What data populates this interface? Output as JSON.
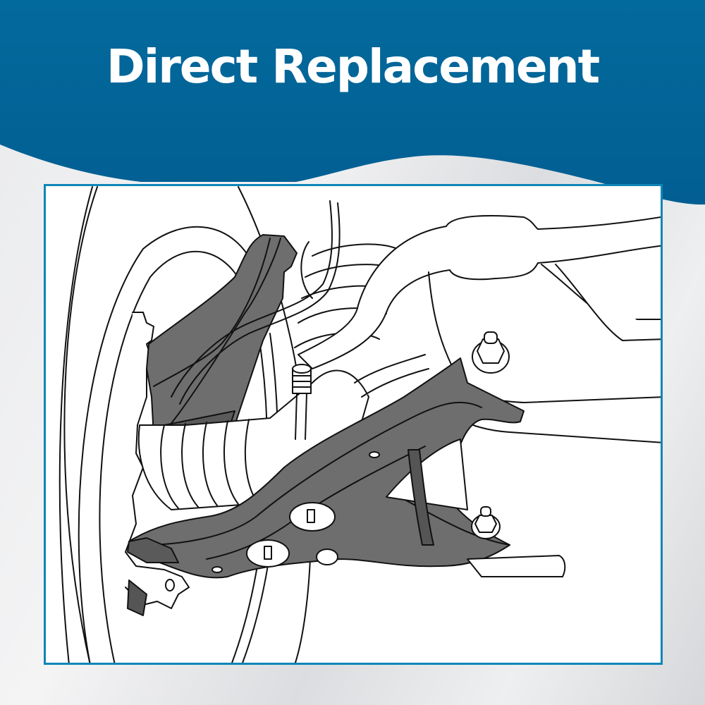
{
  "header": {
    "title": "Direct Replacement",
    "banner_color": "#036699",
    "text_color": "#ffffff"
  },
  "illustration": {
    "subject": "front suspension lower control arm installed on vehicle",
    "frame_border_color": "#0f86b6",
    "part_fill_color": "#6e6e6e",
    "part_dark_color": "#5a5a5a",
    "icons": [
      "wheel-rim",
      "brake-rotor",
      "steering-knuckle",
      "coil-spring",
      "cv-axle-boot",
      "control-arm",
      "mounting-bolt",
      "subframe"
    ]
  },
  "background": {
    "color": "#e8e9eb"
  }
}
